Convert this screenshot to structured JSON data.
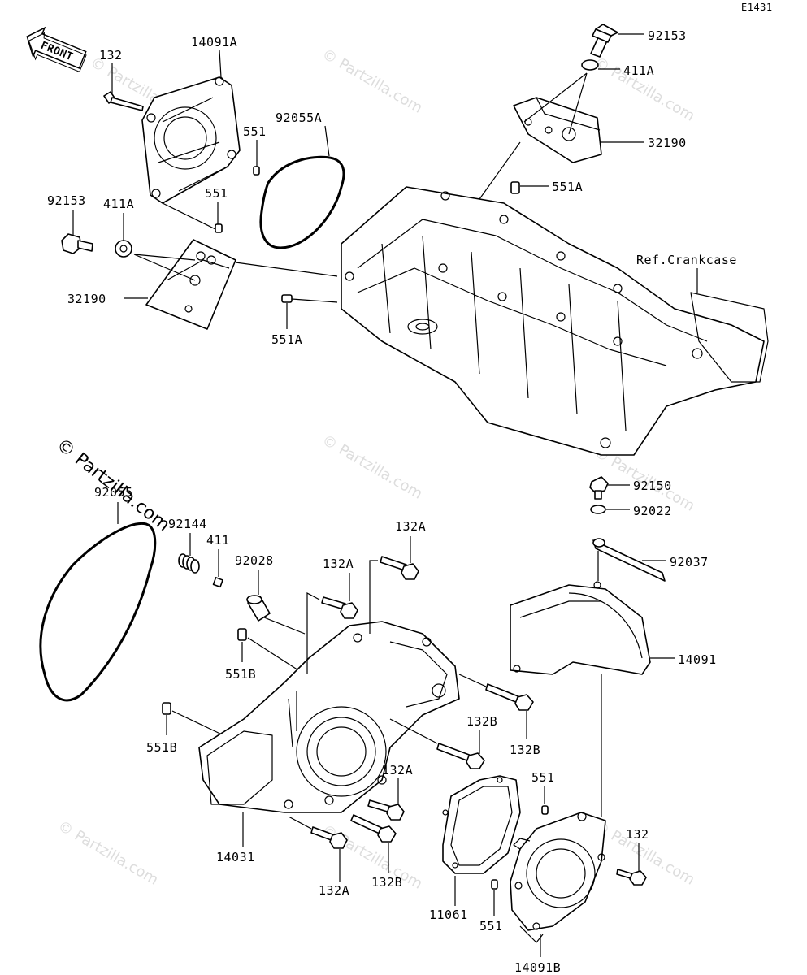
{
  "diagram": {
    "code": "E1431",
    "front_arrow": "FRONT",
    "reference": "Ref.Crankcase",
    "watermark_main": "© Partzilla.com",
    "watermark": "© Partzilla.com",
    "parts": {
      "p92153_top": "92153",
      "p411A_top": "411A",
      "p32190_top": "32190",
      "p551A_top": "551A",
      "p132_tl": "132",
      "p14091A": "14091A",
      "p551_a": "551",
      "p92055A": "92055A",
      "p551_b": "551",
      "p92153_left": "92153",
      "p411A_left": "411A",
      "p32190_left": "32190",
      "p551A_left": "551A",
      "p92055": "92055",
      "p92144": "92144",
      "p411": "411",
      "p92028": "92028",
      "p132A_top": "132A",
      "p132A_mid": "132A",
      "p551B_a": "551B",
      "p551B_b": "551B",
      "p132B_a": "132B",
      "p132B_b": "132B",
      "p132A_low": "132A",
      "p14031": "14031",
      "p132A_bottom": "132A",
      "p132B_bottom": "132B",
      "p92150": "92150",
      "p92022": "92022",
      "p92037": "92037",
      "p14091": "14091",
      "p551_c": "551",
      "p132_r": "132",
      "p11061": "11061",
      "p551_d": "551",
      "p14091B": "14091B"
    }
  }
}
